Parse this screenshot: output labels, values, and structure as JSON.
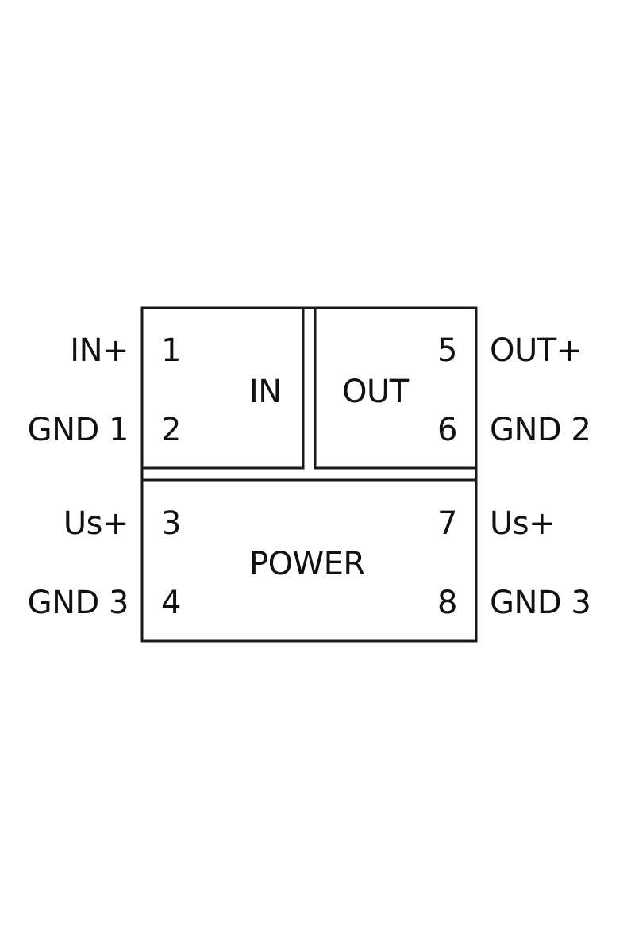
{
  "terminals": {
    "left": [
      {
        "signal": "IN+",
        "pin": "1"
      },
      {
        "signal": "GND 1",
        "pin": "2"
      },
      {
        "signal": "Us+",
        "pin": "3"
      },
      {
        "signal": "GND 3",
        "pin": "4"
      }
    ],
    "right": [
      {
        "signal": "OUT+",
        "pin": "5"
      },
      {
        "signal": "GND 2",
        "pin": "6"
      },
      {
        "signal": "Us+",
        "pin": "7"
      },
      {
        "signal": "GND 3",
        "pin": "8"
      }
    ]
  },
  "blocks": {
    "in": "IN",
    "out": "OUT",
    "power": "POWER"
  },
  "colors": {
    "line": "#1a1a1a",
    "background": "#ffffff"
  }
}
